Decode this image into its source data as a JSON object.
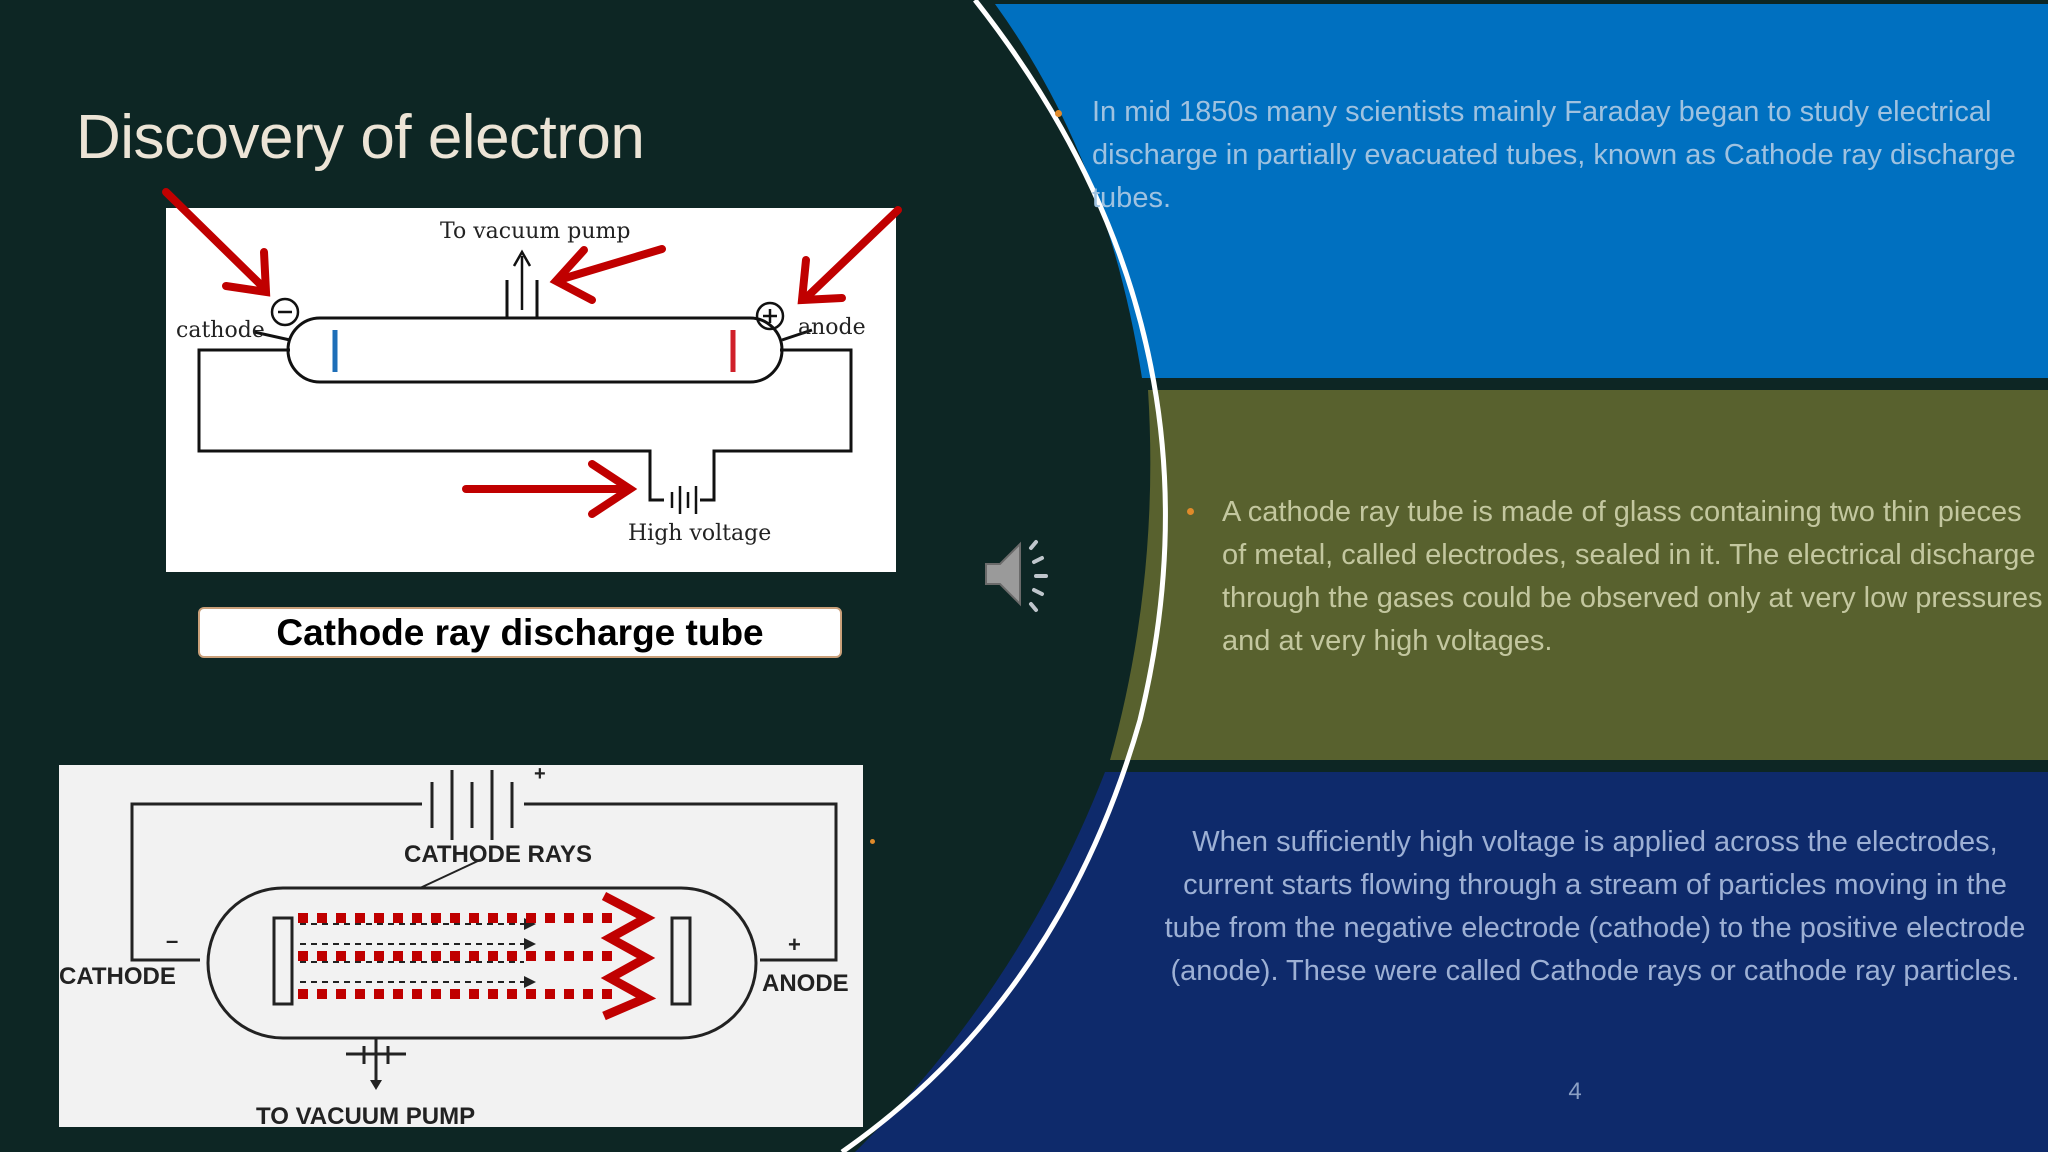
{
  "slide": {
    "title": "Discovery of electron",
    "page_number": "4"
  },
  "diagram1": {
    "label_vacuum": "To vacuum pump",
    "label_cathode": "cathode",
    "label_anode": "anode",
    "label_voltage": "High voltage",
    "caption": "Cathode ray discharge tube"
  },
  "diagram2": {
    "label_rays": "CATHODE RAYS",
    "label_cathode": "CATHODE",
    "label_anode": "ANODE",
    "label_pump": "TO VACUUM PUMP",
    "minus": "–",
    "plus": "+"
  },
  "panels": {
    "p1": "In mid 1850s many scientists mainly Faraday began to study electrical discharge in partially evacuated tubes, known as Cathode  ray discharge tubes.",
    "p2": "A cathode ray tube is made of glass containing two thin pieces of metal, called electrodes, sealed in it. The electrical discharge through the gases could be observed only at very low pressures and at very high voltages.",
    "p3": "When sufficiently high voltage is applied across the electrodes, current starts flowing through a stream of particles moving in the tube from the negative electrode (cathode) to the positive electrode (anode). These were called Cathode rays or cathode ray particles."
  },
  "colors": {
    "background": "#0d2624",
    "panel_top": "#0070c0",
    "panel_middle": "#58612e",
    "panel_bottom": "#0e2a6b",
    "arrow_red": "#c00000",
    "bullet": "#e08a2a"
  },
  "icons": {
    "audio": "speaker-icon"
  }
}
